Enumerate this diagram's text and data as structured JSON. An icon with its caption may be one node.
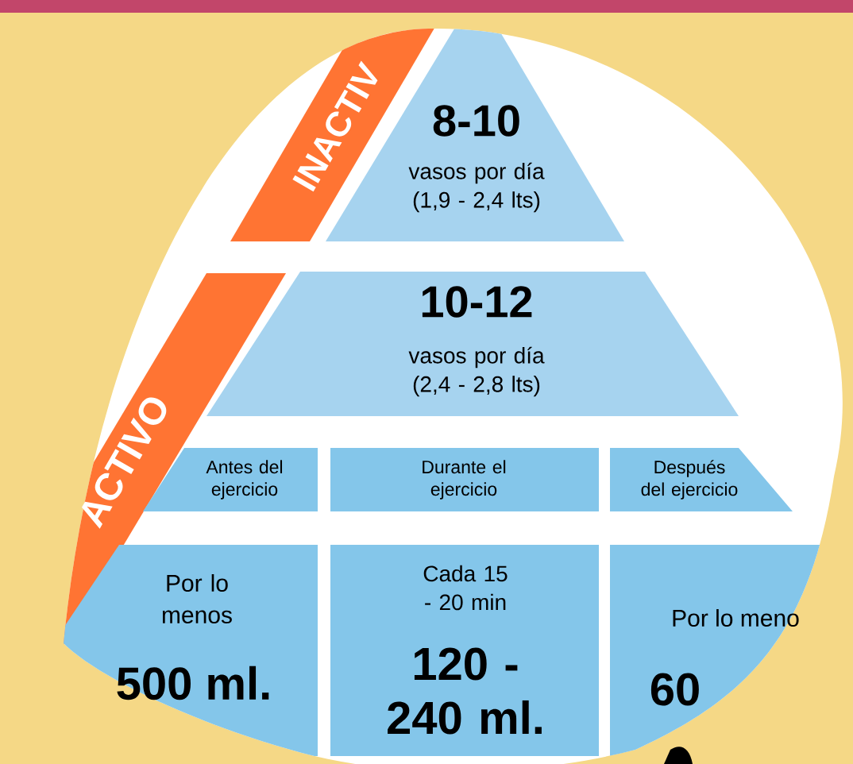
{
  "diagram": {
    "nodes": [
      {
        "text": [
          "INACTIV"
        ]
      },
      {
        "text": [
          "8-10",
          "vasos por día (1,9 - 2,4 lts)"
        ]
      },
      {
        "text": [
          "ACTIVO"
        ]
      },
      {
        "text": [
          "10-12",
          "vasos por día (2,4 - 2,8 lts)"
        ]
      },
      {
        "text": [
          "Antes del ejercicio"
        ]
      },
      {
        "text": [
          "Durante el ejercicio"
        ]
      },
      {
        "text": [
          "Después del ejercicio"
        ]
      },
      {
        "text": [
          "Por lo menos",
          "500 ml."
        ]
      },
      {
        "text": [
          "Cada 15 - 20 min",
          "120 - 240 ml."
        ]
      },
      {
        "text": [
          "Por lo meno",
          "60"
        ]
      }
    ]
  }
}
